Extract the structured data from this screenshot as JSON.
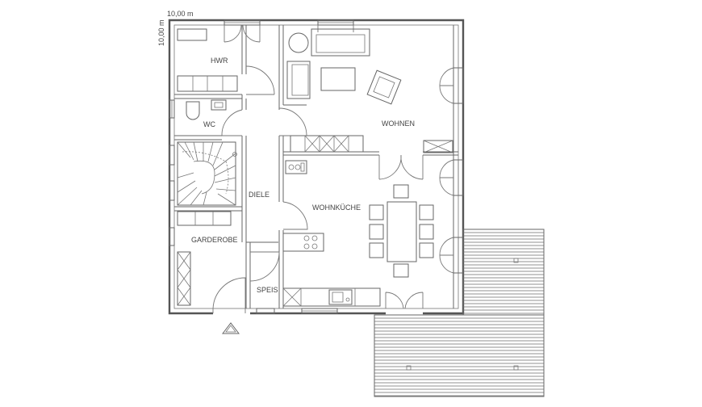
{
  "dimensions": {
    "width_label": "10,00 m",
    "height_label": "10,00 m"
  },
  "rooms": {
    "hwr": "HWR",
    "wc": "WC",
    "wohnen": "WOHNEN",
    "diele": "DIELE",
    "wohnkueche": "WOHNKÜCHE",
    "garderobe": "GARDEROBE",
    "speis": "SPEIS"
  },
  "colors": {
    "wall": "#555555",
    "line": "#666666",
    "text": "#444444",
    "background": "#ffffff"
  }
}
